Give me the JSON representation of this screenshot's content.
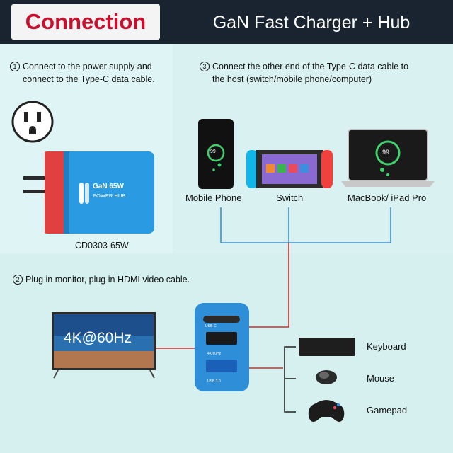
{
  "header": {
    "title": "Connection",
    "subtitle": "GaN Fast Charger + Hub"
  },
  "steps": {
    "step1": {
      "num": "1",
      "line1": "Connect to the power supply and",
      "line2": "connect to the Type-C data cable."
    },
    "step2": {
      "num": "2",
      "text": "Plug in monitor, plug in HDMI video cable."
    },
    "step3": {
      "num": "3",
      "line1": "Connect the other end of the Type-C data cable to",
      "line2": "the host (switch/mobile phone/computer)"
    }
  },
  "charger": {
    "brand": "GaN 65W",
    "sub": "POWER HUB",
    "model": "CD0303-65W"
  },
  "hosts": {
    "phone": "Mobile Phone",
    "switch": "Switch",
    "laptop": "MacBook/ iPad Pro",
    "battery": "99"
  },
  "monitor": {
    "screen_text": "4K@60Hz"
  },
  "hub_ports": {
    "usbc": "USB-C",
    "hdmi": "4K 60Hz",
    "usba": "USB 3.0"
  },
  "peripherals": {
    "keyboard": "Keyboard",
    "mouse": "Mouse",
    "gamepad": "Gamepad"
  },
  "colors": {
    "header": "#1a2330",
    "title_red": "#c8102e",
    "hub_blue": "#2e8fd8",
    "line_blue": "#3a8fd6",
    "line_red": "#d42a2a"
  }
}
